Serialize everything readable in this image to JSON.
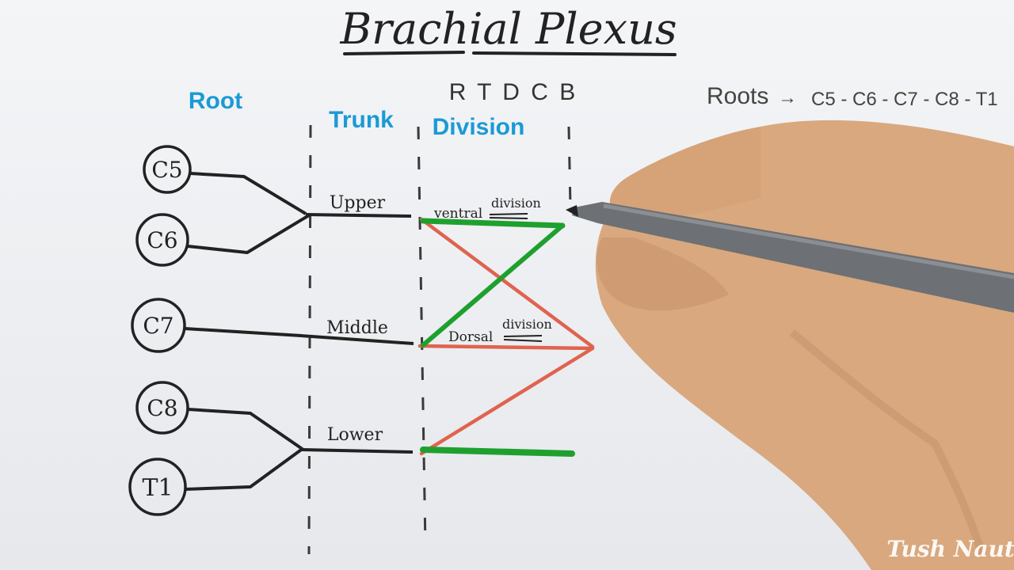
{
  "title": "Brachial Plexus",
  "mnemonic": "R T D C B",
  "roots_note": {
    "label": "Roots",
    "sequence": "C5 - C6 - C7 - C8 - T1"
  },
  "column_headers": {
    "root": "Root",
    "trunk": "Trunk",
    "division": "Division"
  },
  "roots": [
    {
      "id": "c5",
      "label": "C5"
    },
    {
      "id": "c6",
      "label": "C6"
    },
    {
      "id": "c7",
      "label": "C7"
    },
    {
      "id": "c8",
      "label": "C8"
    },
    {
      "id": "t1",
      "label": "T1"
    }
  ],
  "trunks": [
    {
      "id": "upper",
      "label": "Upper"
    },
    {
      "id": "middle",
      "label": "Middle"
    },
    {
      "id": "lower",
      "label": "Lower"
    }
  ],
  "divisions": {
    "ventral": {
      "label": "ventral",
      "note": "division"
    },
    "dorsal": {
      "label": "Dorsal",
      "note": "division"
    }
  },
  "watermark": "Tush Naut",
  "colors": {
    "ink": "#2a2c2e",
    "header_blue": "#1a9ad6",
    "ventral_green": "#1fa02e",
    "dorsal_red": "#e0634f",
    "dash": "#3a3a3a",
    "watermark": "#ffffff",
    "skin": "#d9a87e",
    "pen": "#6d7074"
  },
  "icons": {
    "hand": "hand-holding-pen-icon",
    "pen": "marker-pen-icon"
  }
}
